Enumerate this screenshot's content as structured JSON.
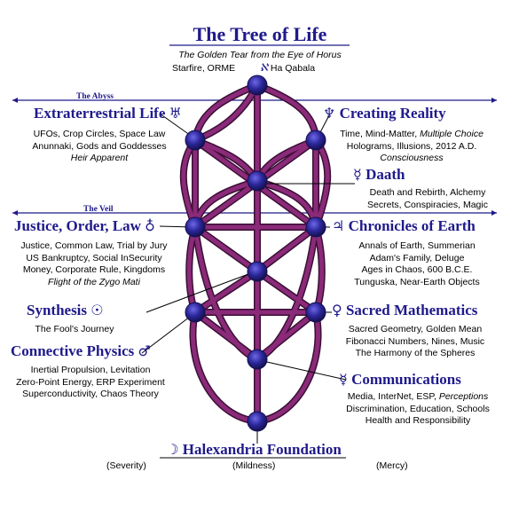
{
  "title": "The Tree of Life",
  "subtitle_1": "The Golden Tear from the Eye of Horus",
  "subtitle_2_left": "Starfire, ORME",
  "subtitle_2_symbol": "ℵ",
  "subtitle_2_right": "Ha Qabala",
  "abyss_label": "The Abyss",
  "veil_label": "The Veil",
  "sections": {
    "extraterrestrial": {
      "title": "Extraterrestrial Life",
      "symbol": "♅",
      "lines": [
        "UFOs, Crop Circles, Space Law",
        "Anunnaki, Gods and Goddesses"
      ],
      "italic_line": "Heir Apparent"
    },
    "creating": {
      "title": "Creating Reality",
      "symbol": "♆",
      "line1_plain": "Time, Mind-Matter, ",
      "line1_italic": "Multiple Choice",
      "line2": "Holograms, Illusions, 2012 A.D.",
      "italic_line": "Consciousness"
    },
    "daath": {
      "title": "Daath",
      "symbol": "☿",
      "lines": [
        "Death and Rebirth, Alchemy",
        "Secrets, Conspiracies, Magic"
      ]
    },
    "justice": {
      "title": "Justice, Order, Law",
      "symbol": "♁",
      "lines": [
        "Justice, Common Law, Trial by Jury",
        "US Bankruptcy, Social InSecurity",
        "Money, Corporate Rule, Kingdoms"
      ],
      "italic_line": "Flight of the Zygo Mati"
    },
    "chronicles": {
      "title": "Chronicles of Earth",
      "symbol": "♃",
      "lines": [
        "Annals of Earth, Summerian",
        "Adam's Family, Deluge",
        "Ages in Chaos, 600 B.C.E.",
        "Tunguska, Near-Earth Objects"
      ]
    },
    "synthesis": {
      "title": "Synthesis",
      "symbol": "☉",
      "lines": [
        "The Fool's Journey"
      ]
    },
    "sacred": {
      "title": "Sacred Mathematics",
      "symbol": "♀",
      "lines": [
        "Sacred Geometry, Golden Mean",
        "Fibonacci Numbers, Nines, Music",
        "The Harmony of the Spheres"
      ]
    },
    "connective": {
      "title": "Connective Physics",
      "symbol": "♂",
      "lines": [
        "Inertial Propulsion, Levitation",
        "Zero-Point Energy, ERP Experiment",
        "Superconductivity, Chaos Theory"
      ]
    },
    "communications": {
      "title": "Communications",
      "symbol": "☿",
      "line1_plain": "Media, InterNet, ESP, ",
      "line1_italic": "Perceptions",
      "lines": [
        "Discrimination, Education, Schools",
        "Health and Responsibility"
      ]
    },
    "foundation": {
      "title": "Halexandria Foundation",
      "symbol": "☽"
    }
  },
  "pillars": {
    "left": "(Severity)",
    "middle": "(Mildness)",
    "right": "(Mercy)"
  },
  "colors": {
    "heading": "#1f1a8a",
    "path": "#8a2a78",
    "node": "#2b2699"
  }
}
